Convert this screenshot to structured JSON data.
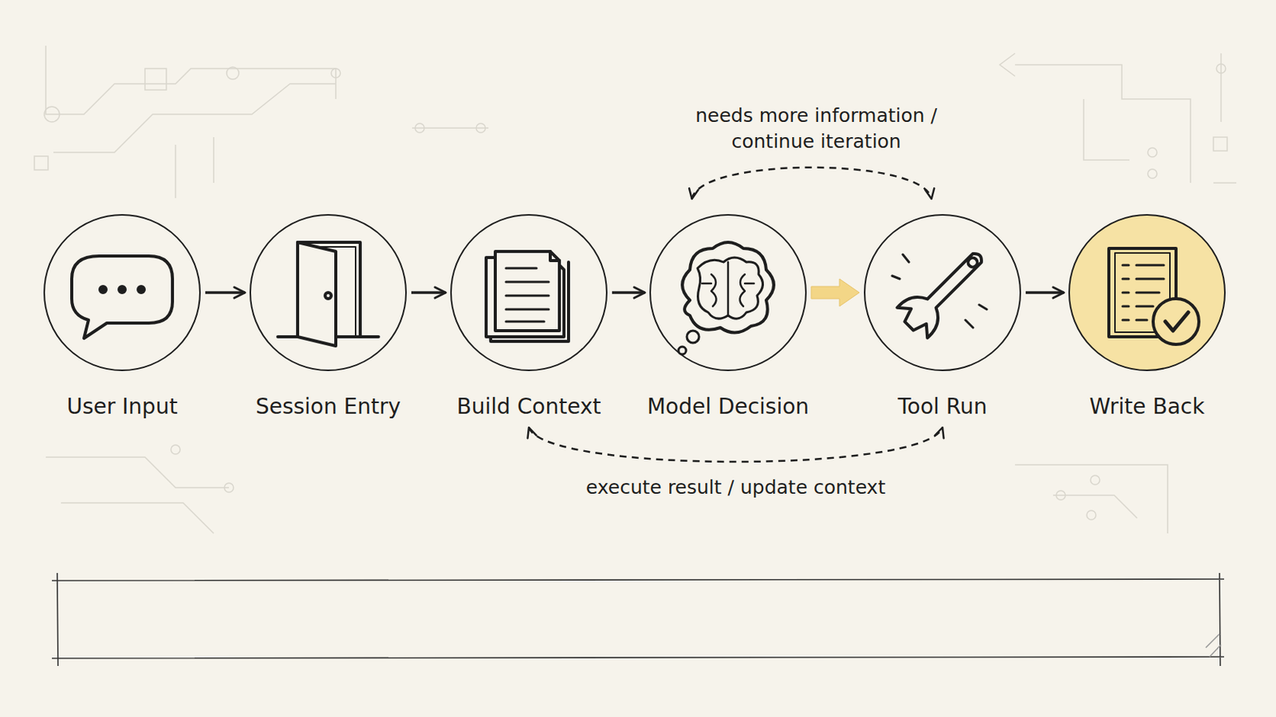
{
  "diagram": {
    "nodes": [
      {
        "text": [
          "User Input"
        ]
      },
      {
        "text": [
          "Session Entry"
        ]
      },
      {
        "text": [
          "Build Context"
        ]
      },
      {
        "text": [
          "Model Decision"
        ]
      },
      {
        "text": [
          "Tool Run"
        ]
      },
      {
        "text": [
          "Write Back"
        ]
      }
    ],
    "edges": [
      {
        "from": 0,
        "to": 1,
        "arrow": "to"
      },
      {
        "from": 1,
        "to": 2,
        "arrow": "to"
      },
      {
        "from": 2,
        "to": 3,
        "arrow": "to"
      },
      {
        "from": 3,
        "to": 4,
        "arrow": "to"
      },
      {
        "from": 4,
        "to": 5,
        "arrow": "to"
      },
      {
        "from": 3,
        "to": 4,
        "label": "needs more information / continue iteration",
        "arrow": "both"
      },
      {
        "from": 2,
        "to": 4,
        "label": "execute result / update context",
        "arrow": "both"
      }
    ]
  }
}
